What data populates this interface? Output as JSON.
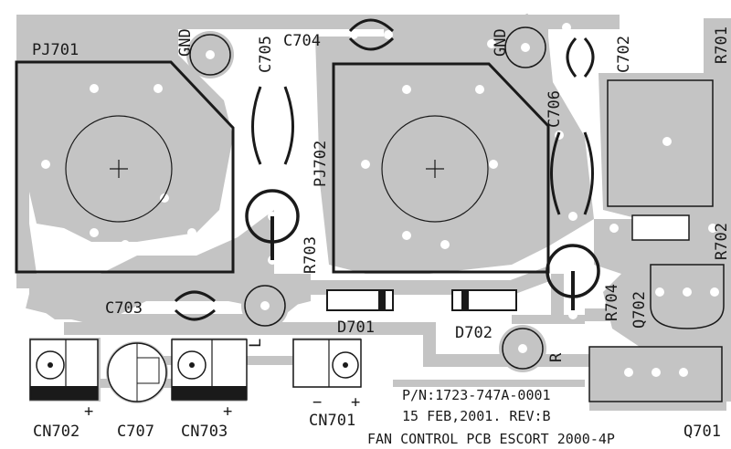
{
  "colors": {
    "background": "#ffffff",
    "copper": "#c4c4c4",
    "pad": "#ffffff",
    "silkscreen": "#1a1a1a"
  },
  "labels": {
    "pj701": "PJ701",
    "pj702": "PJ702",
    "c702": "C702",
    "c703": "C703",
    "c704": "C704",
    "c705": "C705",
    "c706": "C706",
    "c707": "C707",
    "gnd_left": "GND",
    "gnd_right": "GND",
    "r701": "R701",
    "r702": "R702",
    "r703": "R703",
    "r704": "R704",
    "q701": "Q701",
    "q702": "Q702",
    "d701": "D701",
    "d702": "D702",
    "cn701": "CN701",
    "cn702": "CN702",
    "cn703": "CN703",
    "pad_l": "L",
    "pad_r": "R",
    "plus_cn702": "+",
    "plus_cn703": "+",
    "plus_cn701": "+",
    "minus_cn701": "−",
    "part_number": "P/N:1723-747A-0001",
    "date_rev": "15 FEB,2001. REV:B",
    "board_title": "FAN CONTROL PCB ESCORT 2000-4P"
  }
}
